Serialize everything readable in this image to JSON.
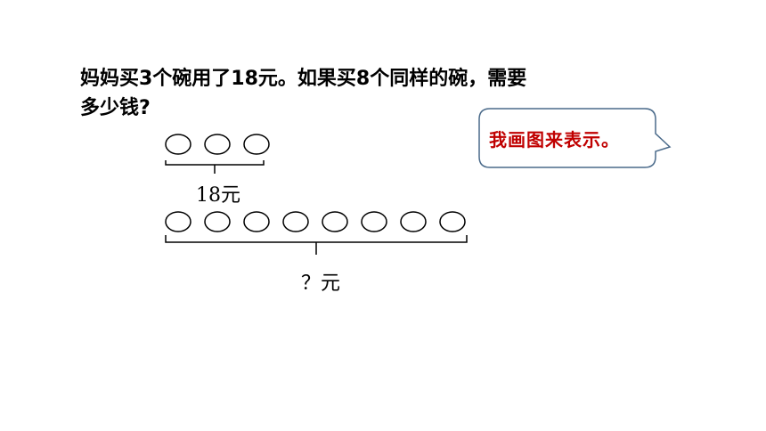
{
  "question": {
    "line1": "妈妈买3个碗用了18元。如果买8个同样的碗，需要",
    "line2": "多少钱?"
  },
  "speech_bubble": {
    "text": "我画图来表示。",
    "text_color": "#c00000",
    "border_color": "#4a6a8a"
  },
  "diagram": {
    "top_group": {
      "bowl_count": 3,
      "label": "18元"
    },
    "bottom_group": {
      "bowl_count": 8,
      "label": "？元"
    }
  }
}
